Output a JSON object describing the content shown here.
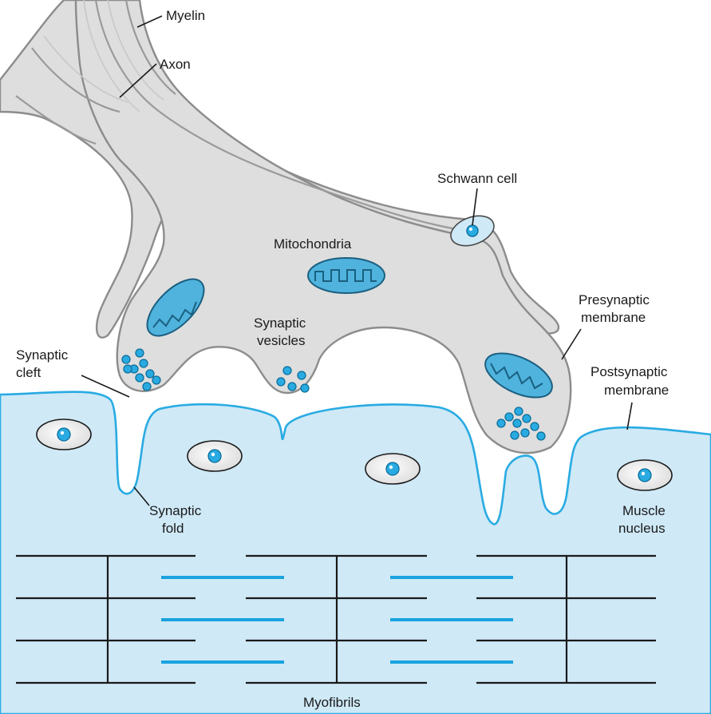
{
  "labels": {
    "myelin": "Myelin",
    "axon": "Axon",
    "schwann_cell": "Schwann cell",
    "mitochondria": "Mitochondria",
    "synaptic_vesicles_line1": "Synaptic",
    "synaptic_vesicles_line2": "vesicles",
    "presynaptic_line1": "Presynaptic",
    "presynaptic_line2": "membrane",
    "synaptic_cleft_line1": "Synaptic",
    "synaptic_cleft_line2": "cleft",
    "postsynaptic_line1": "Postsynaptic",
    "postsynaptic_line2": "membrane",
    "synaptic_fold_line1": "Synaptic",
    "synaptic_fold_line2": "fold",
    "muscle_nucleus_line1": "Muscle",
    "muscle_nucleus_line2": "nucleus",
    "myofibrils": "Myofibrils"
  },
  "colors": {
    "nerve_fill": "#dedede",
    "nerve_outline": "#8c8c8c",
    "muscle_fill": "#cfe9f7",
    "membrane_blue": "#29abe2",
    "organelle_blue": "#4fb3dd",
    "text": "#1a1a1a"
  }
}
